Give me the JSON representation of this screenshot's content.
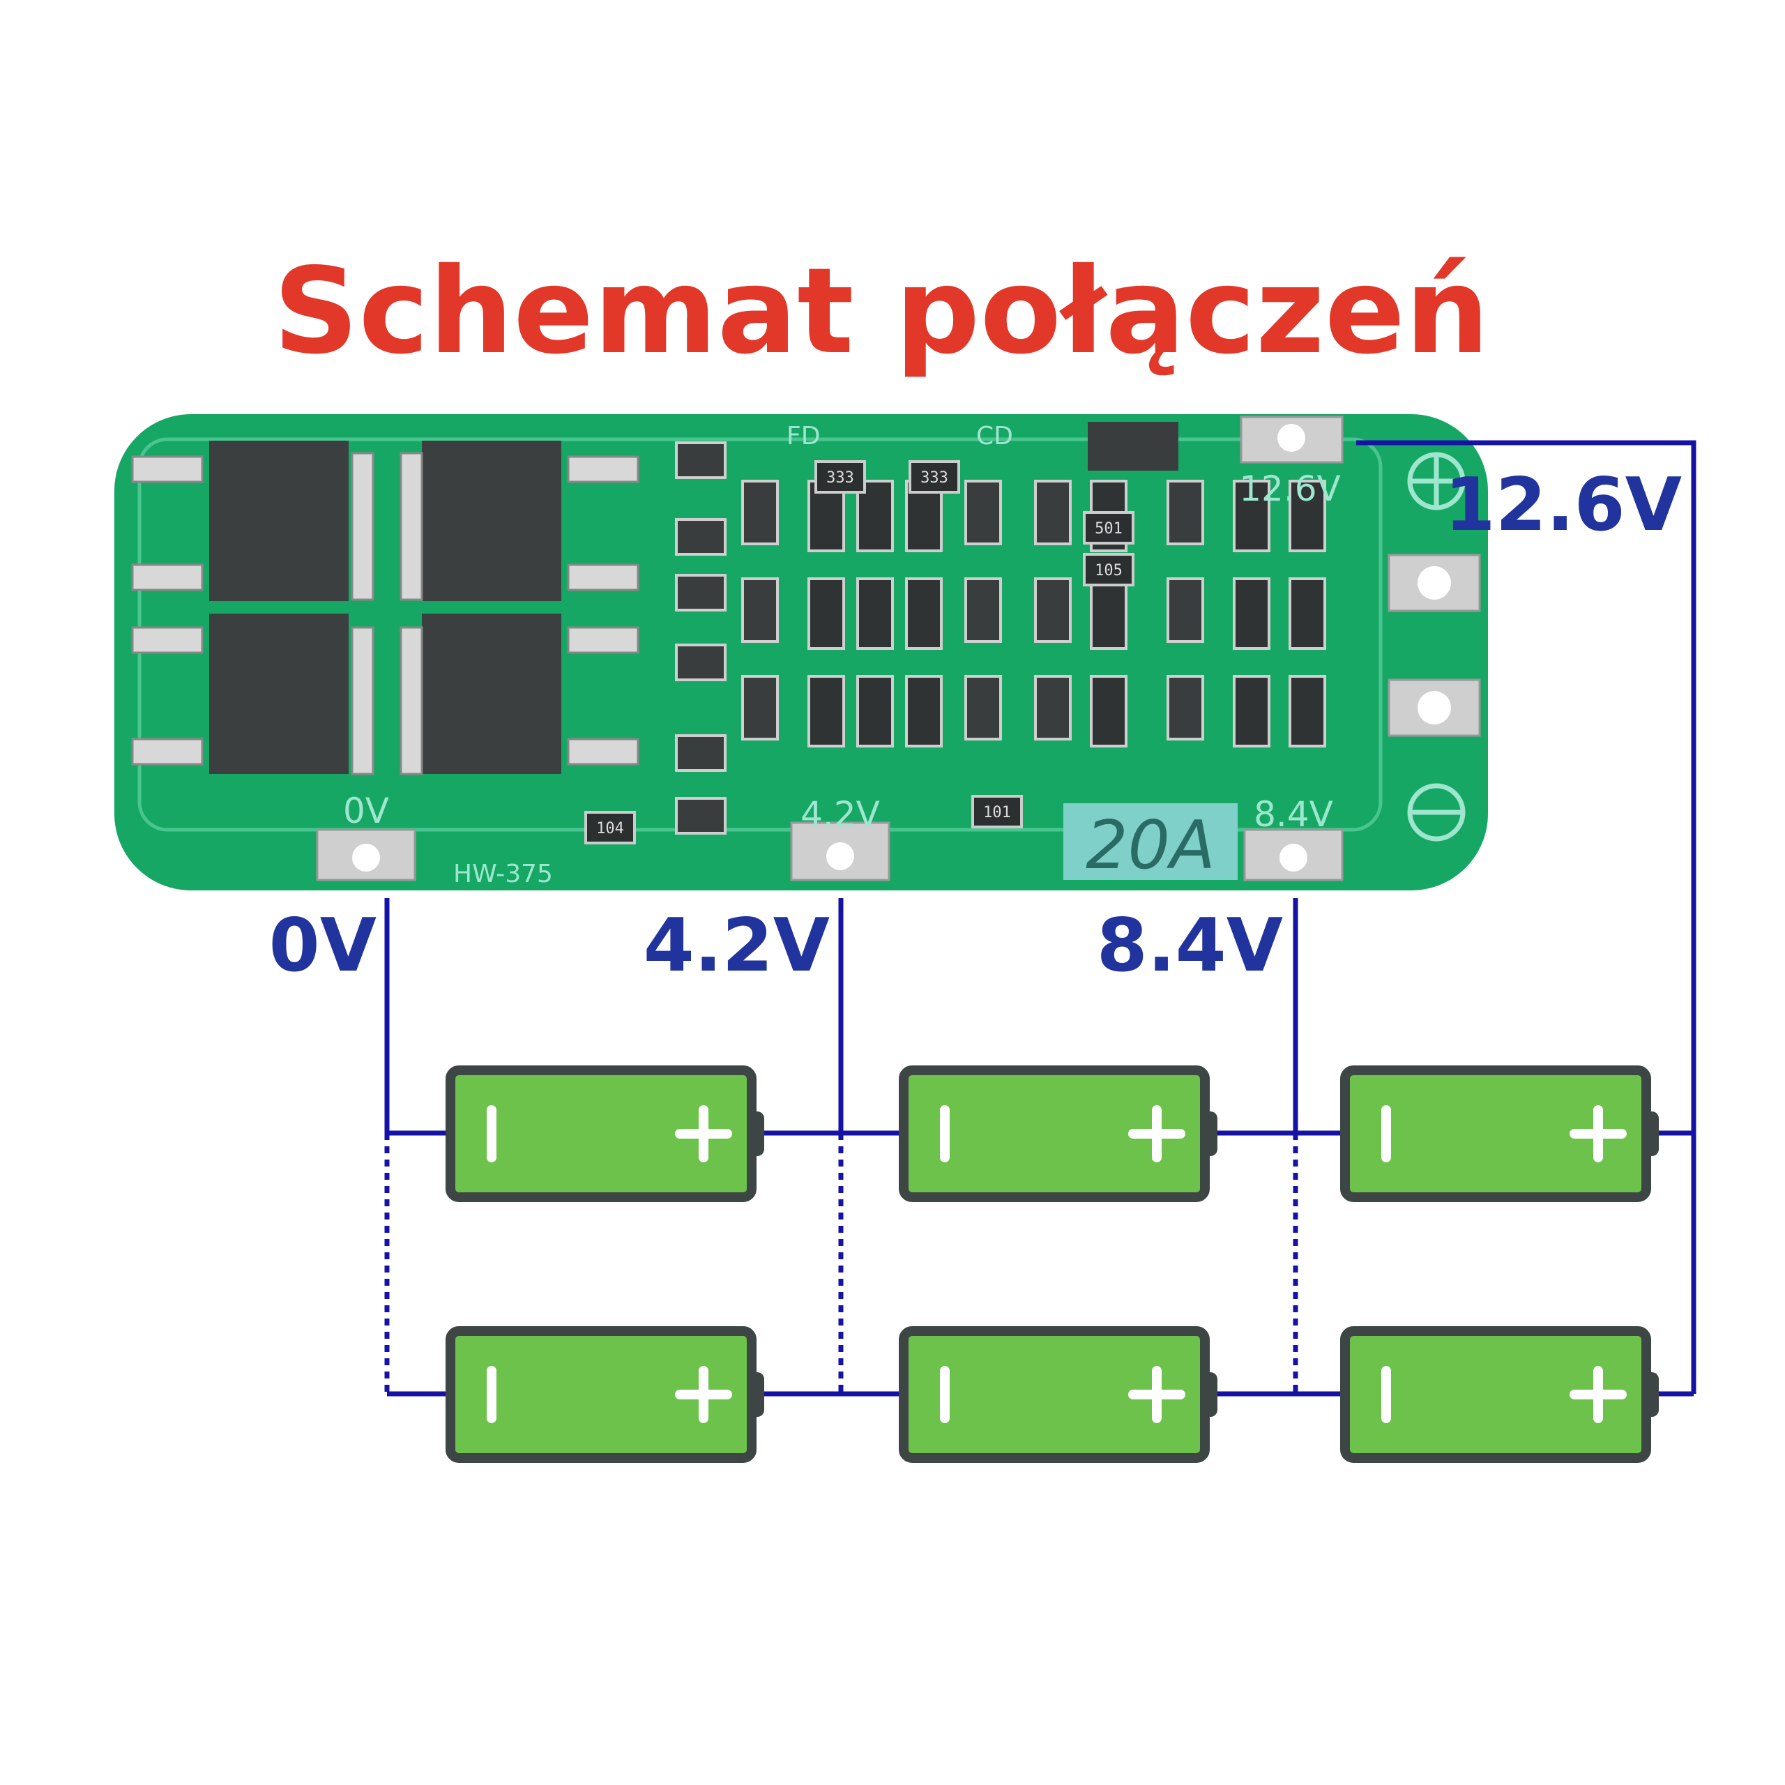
{
  "title": "Schemat połączeń",
  "colors": {
    "title": "#e2382a",
    "wire": "#1612a6",
    "label": "#21339c",
    "pcb": "#17a765",
    "pcb_dark": "#0f8a52",
    "battery_fill": "#6cc24a",
    "battery_border": "#3e4545"
  },
  "board": {
    "model": "HW-375",
    "current": "20A",
    "silk_fd": "FD",
    "silk_cd": "CD",
    "pads": [
      "0V",
      "4.2V",
      "8.4V",
      "12.6V"
    ],
    "resistor_codes": [
      "333",
      "333",
      "501",
      "105",
      "104",
      "101"
    ]
  },
  "labels": {
    "v0": "0V",
    "v42": "4.2V",
    "v84": "8.4V",
    "v126": "12.6V"
  },
  "battery_terminals": {
    "negative": "−",
    "positive": "+"
  },
  "configuration": {
    "series": 3,
    "parallel": 2
  }
}
